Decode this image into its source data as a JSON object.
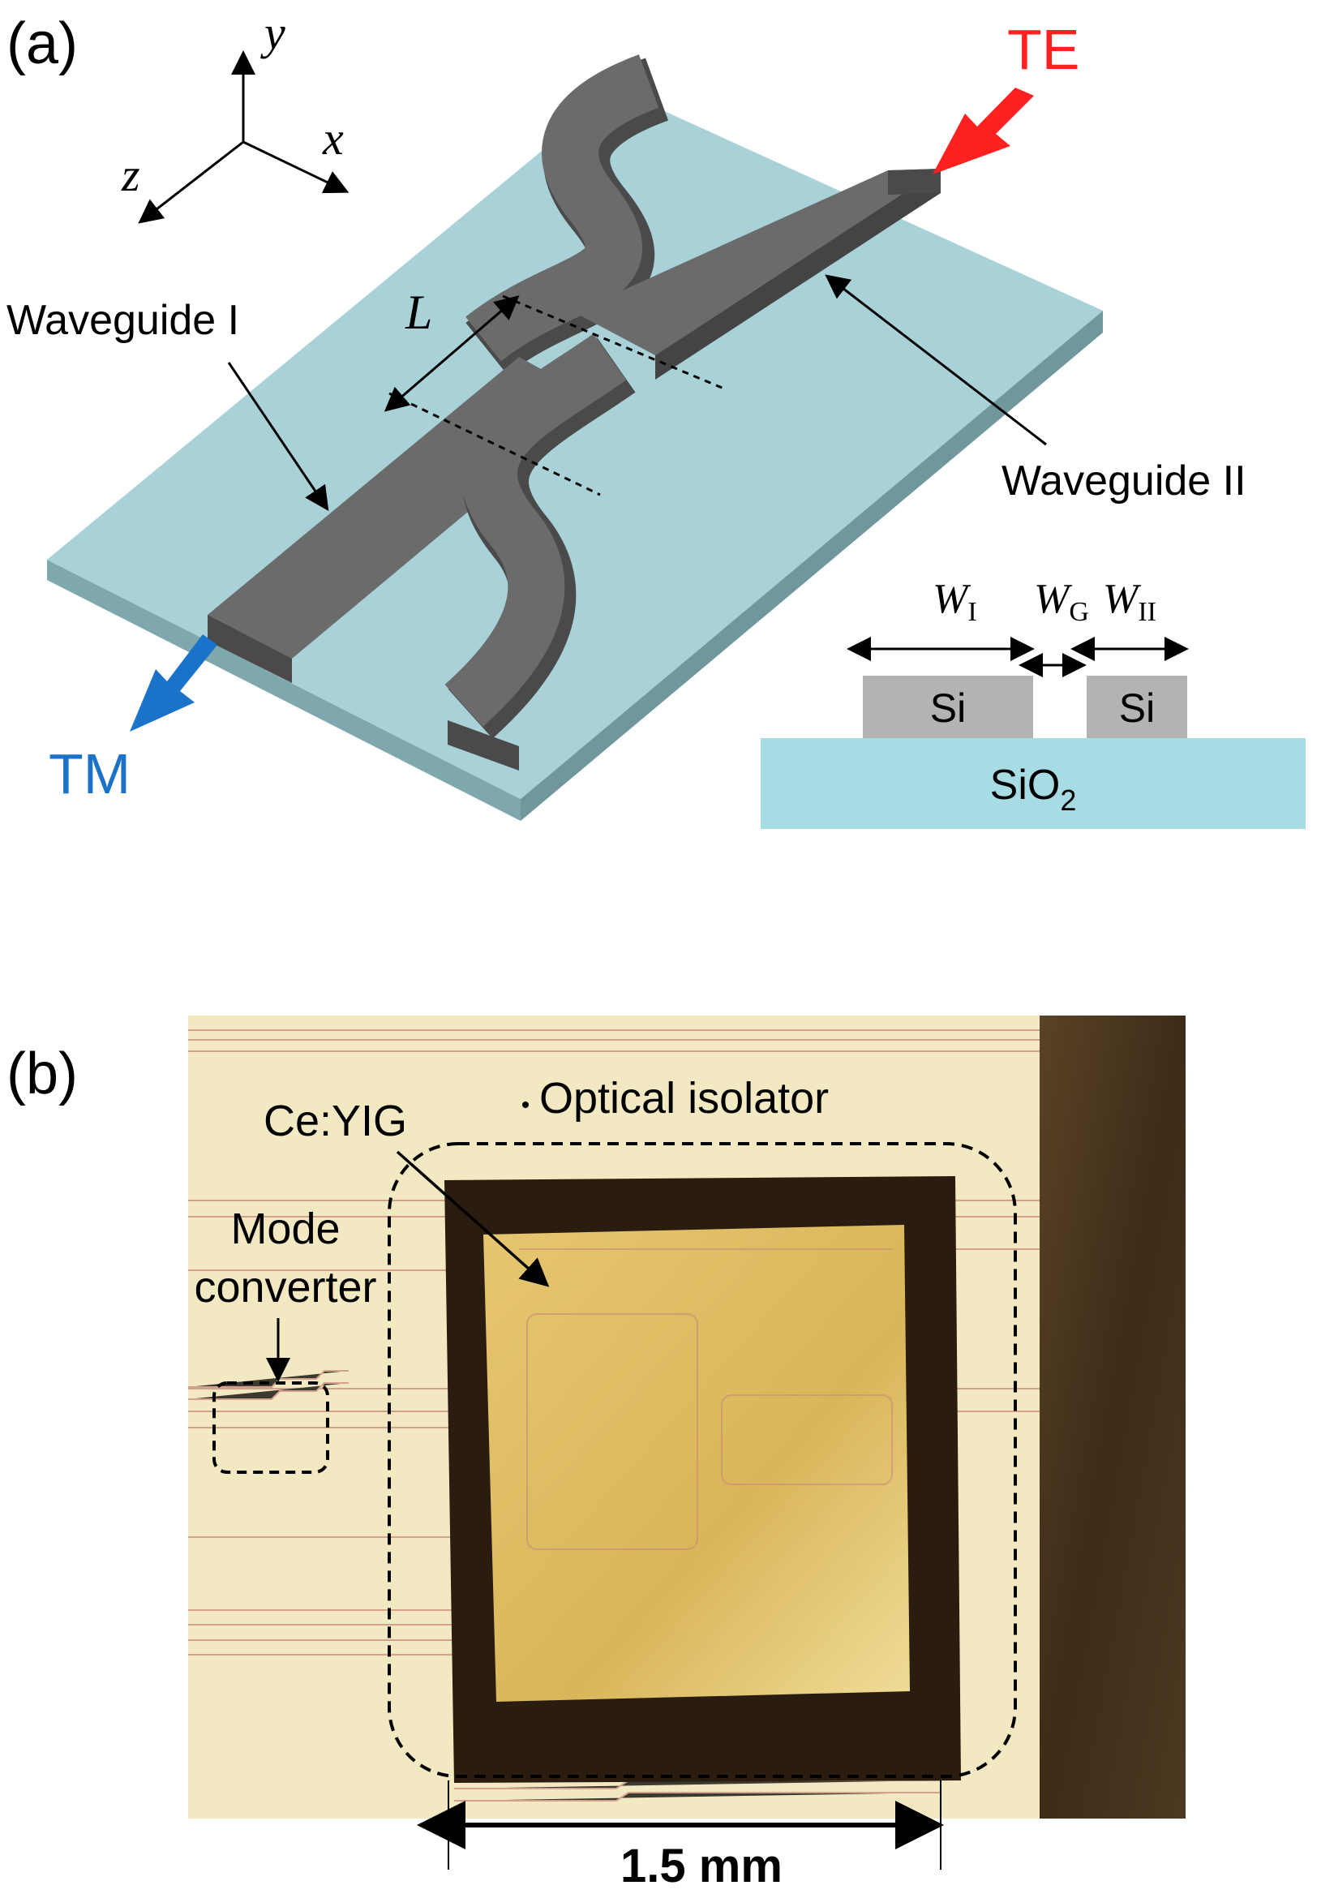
{
  "panel_a": {
    "label": "(a)",
    "axes": {
      "y": "y",
      "x": "x",
      "z": "z"
    },
    "input_mode": "TE",
    "output_mode": "TM",
    "waveguide_1": "Waveguide I",
    "waveguide_2": "Waveguide II",
    "length_symbol": "L",
    "cross_section": {
      "w1_symbol": "W",
      "w1_sub": "I",
      "wg_symbol": "W",
      "wg_sub": "G",
      "w2_symbol": "W",
      "w2_sub": "II",
      "core_left": "Si",
      "core_right": "Si",
      "substrate_main": "SiO",
      "substrate_sub": "2"
    },
    "colors": {
      "substrate_top": "#a9d2d8",
      "substrate_front": "#7fa8ae",
      "waveguide_top": "#6b6b6b",
      "waveguide_side": "#484848",
      "te_arrow": "#ff2020",
      "tm_arrow": "#1a73c8",
      "cross_substrate": "#a8dce4",
      "cross_core": "#b3b3b3"
    }
  },
  "panel_b": {
    "label": "(b)",
    "ceyig_label": "Ce:YIG",
    "isolator_label": "Optical isolator",
    "mode_converter_line1": "Mode",
    "mode_converter_line2": "converter",
    "scale_label": "1.5 mm",
    "colors": {
      "background": "#f2e9c3",
      "ceyig_frame": "#2b1c10",
      "ceyig_fill": "#dcbc62",
      "dark_region": "#4a3520",
      "trace": "#c98a7a"
    }
  }
}
